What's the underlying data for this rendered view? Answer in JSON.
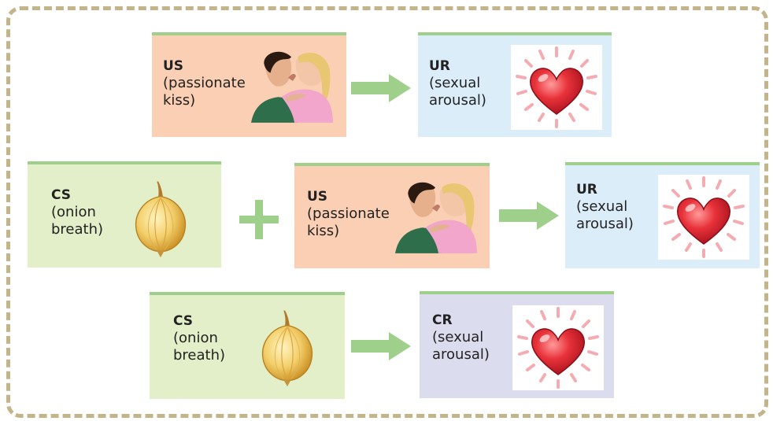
{
  "colors": {
    "frame": "#c4b48a",
    "us_box": "#fbcfb4",
    "ur_box": "#dcedfa",
    "cs_box": "#e3efc8",
    "cr_box": "#dcdcef",
    "box_top": "#9fd08b",
    "arrow": "#9fd08b"
  },
  "row1": {
    "us": {
      "label": "US",
      "desc": "(passionate\nkiss)",
      "icon": "kissing-couple"
    },
    "ur": {
      "label": "UR",
      "desc": "(sexual\narousal)",
      "icon": "glowing-heart"
    }
  },
  "row2": {
    "cs": {
      "label": "CS",
      "desc": "(onion\nbreath)",
      "icon": "onion"
    },
    "operator": "+",
    "us": {
      "label": "US",
      "desc": "(passionate\nkiss)",
      "icon": "kissing-couple"
    },
    "ur": {
      "label": "UR",
      "desc": "(sexual\narousal)",
      "icon": "glowing-heart"
    }
  },
  "row3": {
    "cs": {
      "label": "CS",
      "desc": "(onion\nbreath)",
      "icon": "onion"
    },
    "cr": {
      "label": "CR",
      "desc": "(sexual\narousal)",
      "icon": "glowing-heart"
    }
  }
}
